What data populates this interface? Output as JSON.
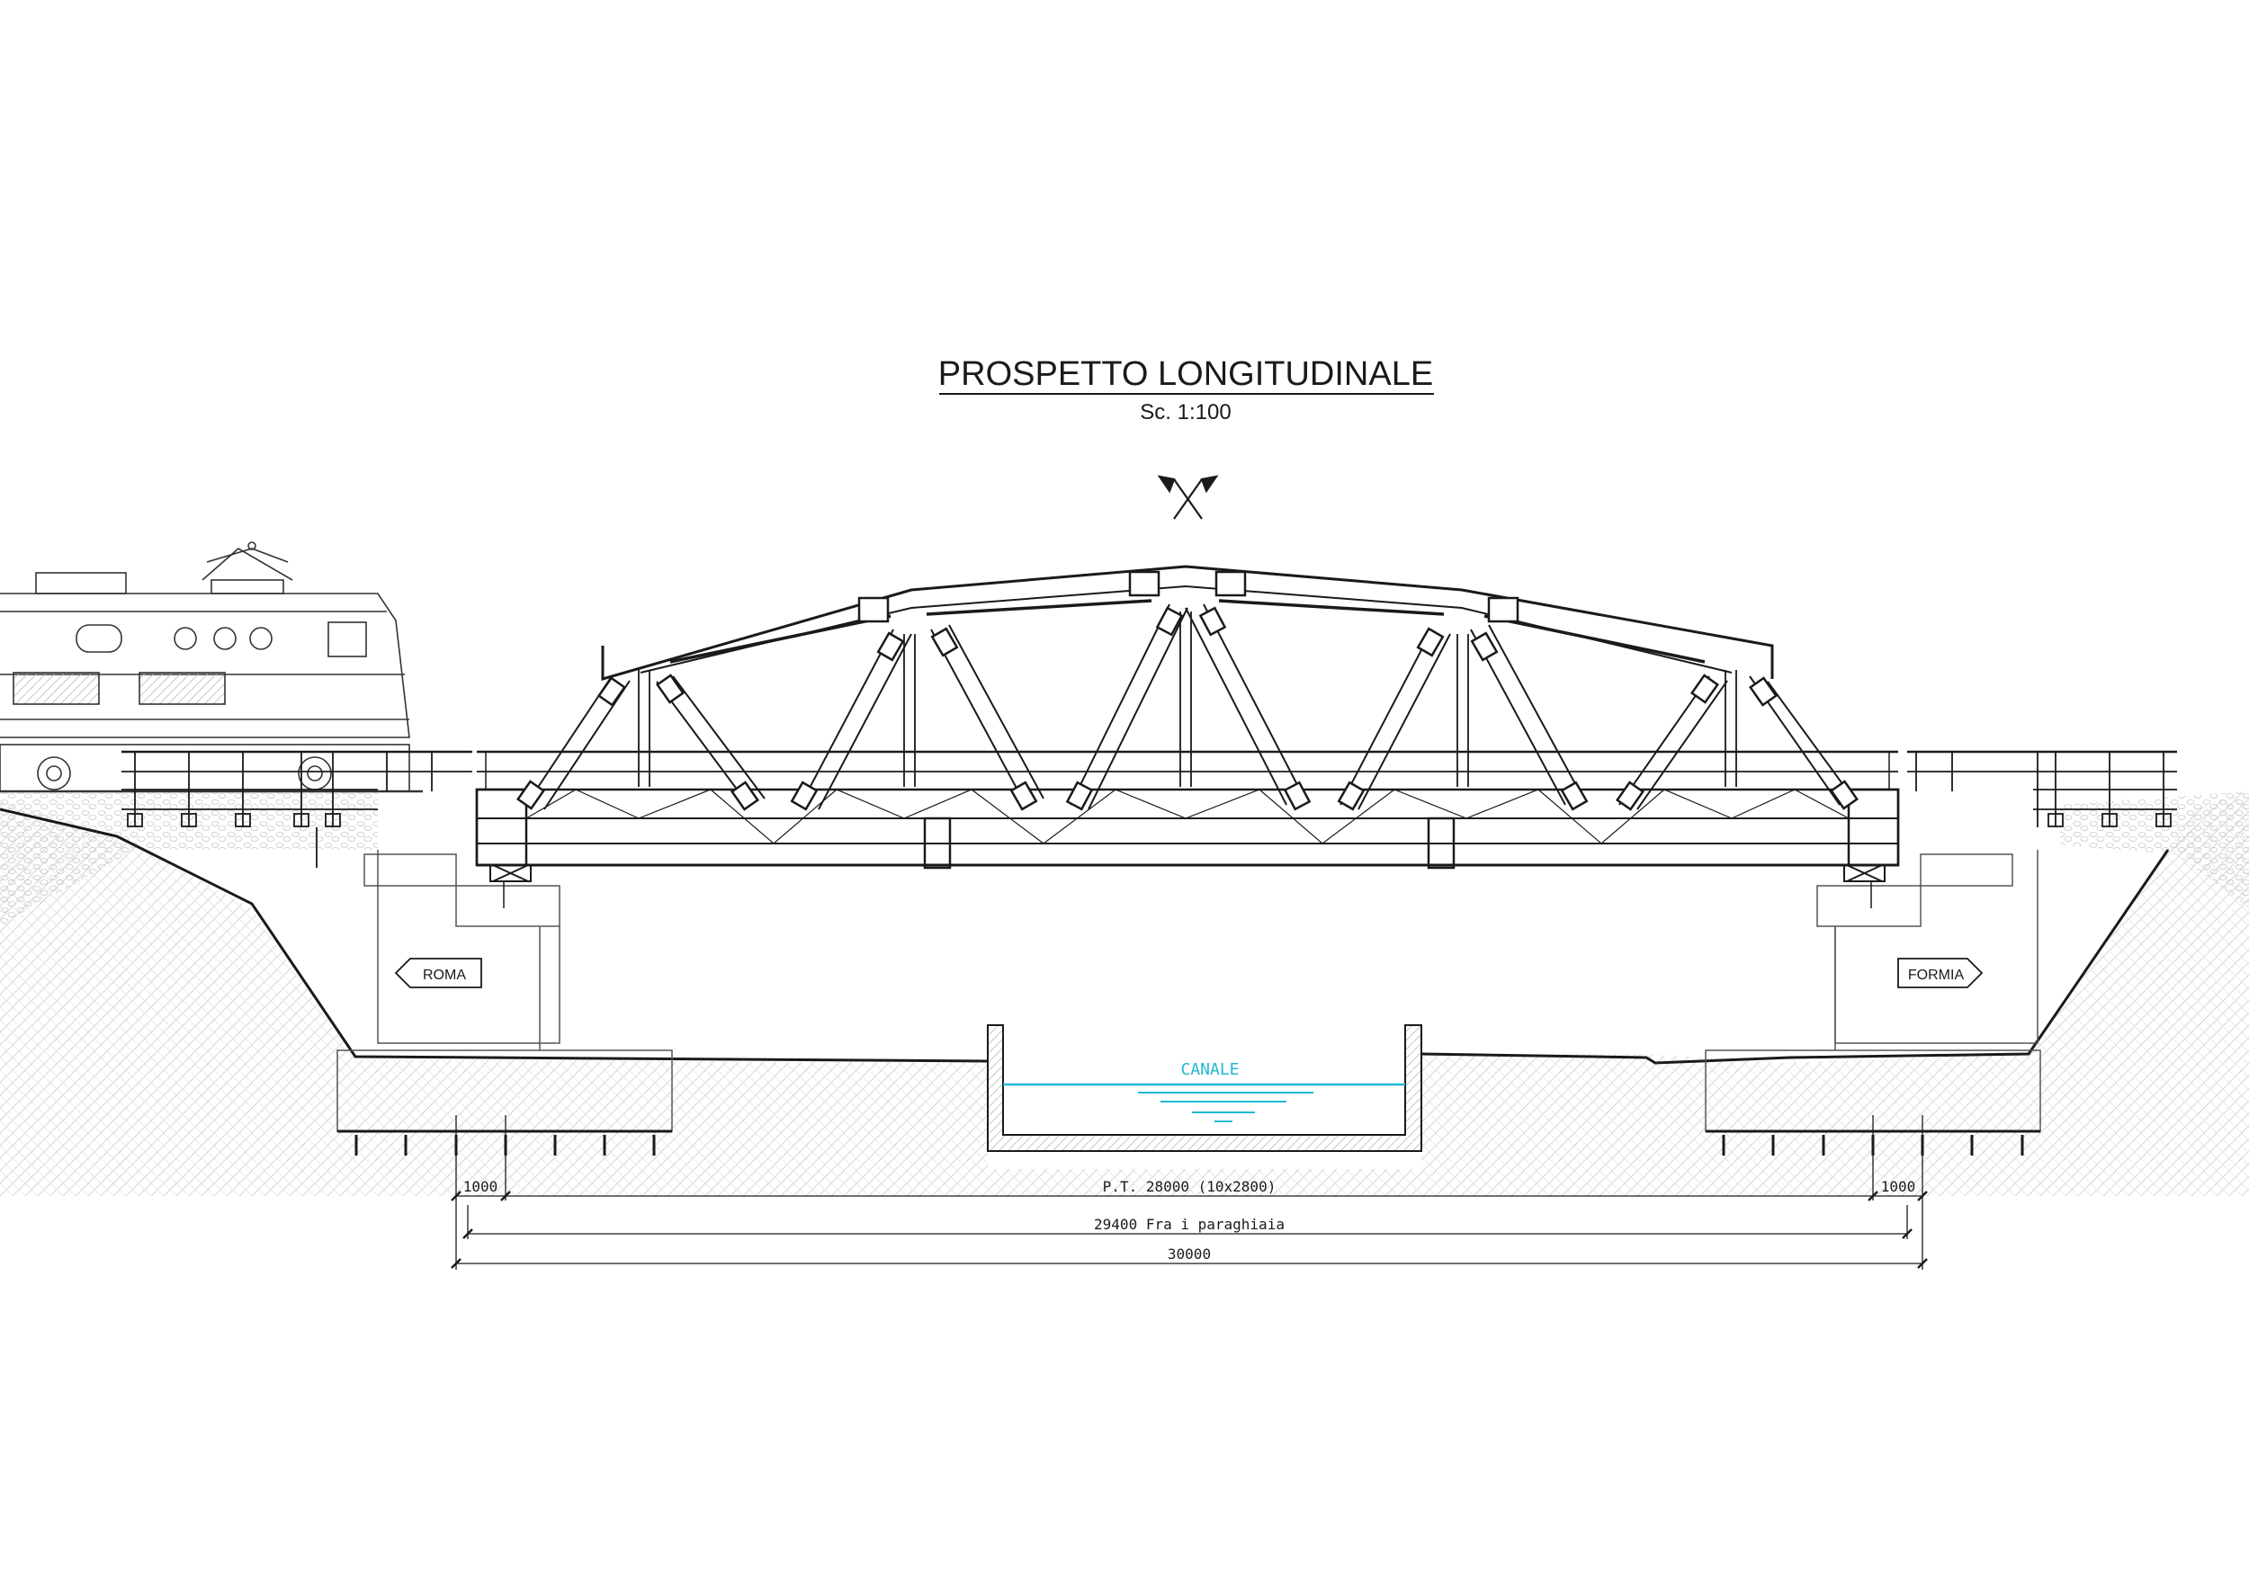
{
  "drawing": {
    "title": "PROSPETTO LONGITUDINALE",
    "scale": "Sc. 1:100",
    "direction_left": "ROMA",
    "direction_right": "FORMIA",
    "canal_label": "CANALE",
    "dimensions": {
      "left_end": "1000",
      "span": "P.T. 28000 (10x2800)",
      "right_end": "1000",
      "between_ballast_walls": "29400 Fra i paraghiaia",
      "overall": "30000"
    }
  },
  "colors": {
    "line": "#1a1a1a",
    "thin": "#555555",
    "hatch": "#cfcfcf",
    "water": "#22b8d4"
  },
  "icons": [
    "north-arrow-icon",
    "locomotive-icon"
  ]
}
